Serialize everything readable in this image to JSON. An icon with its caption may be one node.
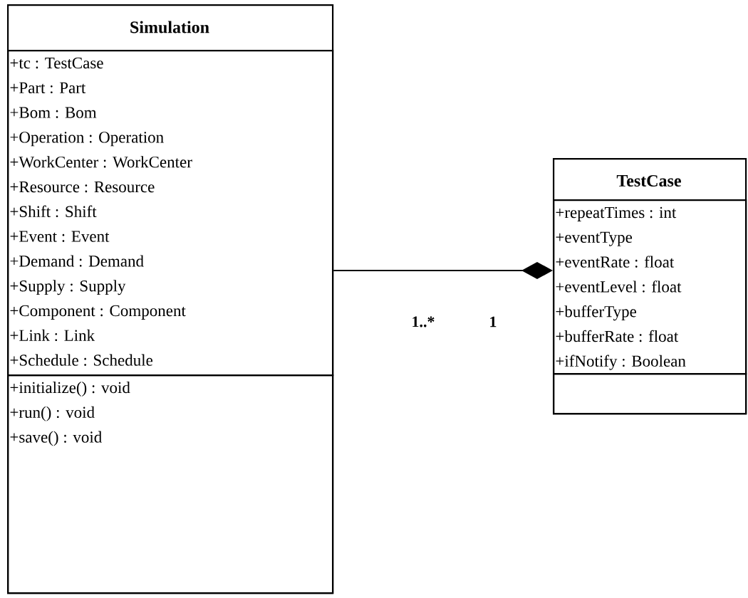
{
  "diagram": {
    "nodes": [
      {
        "text": [
          "Simulation"
        ]
      },
      {
        "text": [
          "+tc : TestCase",
          "+Part : Part",
          "+Bom : Bom",
          "+Operation : Operation",
          "+WorkCenter : WorkCenter",
          "+Resource : Resource",
          "+Shift : Shift",
          "+Event : Event",
          "+Demand : Demand",
          "+Supply : Supply",
          "+Component : Component",
          "+Link : Link",
          "+Schedule : Schedule"
        ],
        "in": 0
      },
      {
        "text": [
          "+initialize() : void",
          "+run() : void",
          "+save() : void"
        ],
        "in": 0
      },
      {
        "text": [
          "TestCase"
        ]
      },
      {
        "text": [
          "+repeatTimes : int",
          "+eventType",
          "+eventRate : float",
          "+eventLevel : float",
          "+bufferType",
          "+bufferRate : float",
          "+ifNotify : Boolean"
        ],
        "in": 3
      },
      {
        "text": [],
        "shape": "box",
        "in": 3
      }
    ],
    "edges": [
      {
        "from": 0,
        "to": 3,
        "arrow": "other"
      }
    ],
    "labels": [
      "1..*",
      "1"
    ]
  }
}
